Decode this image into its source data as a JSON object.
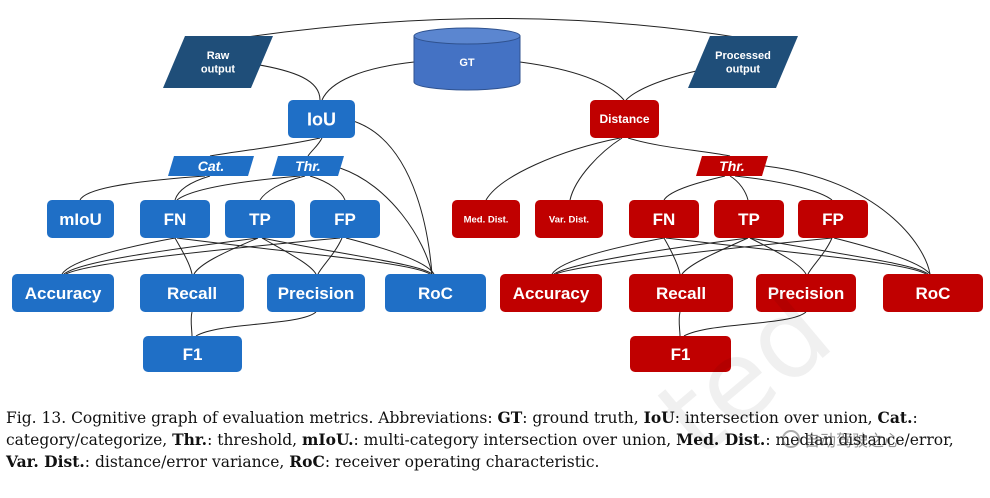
{
  "colors": {
    "blue": "#1f6fc6",
    "red": "#c00000",
    "navy": "#1f4e79",
    "gt": "#4472c4"
  },
  "inputs": {
    "raw_output": "Raw\noutput",
    "gt": "GT",
    "processed_output": "Processed\noutput"
  },
  "blue_tree": {
    "root": "IoU",
    "cat_label": "Cat.",
    "thr_label": "Thr.",
    "mid": [
      "mIoU",
      "FN",
      "TP",
      "FP"
    ],
    "metrics": [
      "Accuracy",
      "Recall",
      "Precision",
      "RoC"
    ],
    "f1": "F1"
  },
  "red_tree": {
    "root": "Distance",
    "thr_label": "Thr.",
    "dist": [
      "Med. Dist.",
      "Var. Dist."
    ],
    "mid": [
      "FN",
      "TP",
      "FP"
    ],
    "metrics": [
      "Accuracy",
      "Recall",
      "Precision",
      "RoC"
    ],
    "f1": "F1"
  },
  "caption": {
    "prefix": "Fig. 13.  Cognitive graph of evaluation metrics. Abbreviations: ",
    "terms": [
      {
        "abbr": "GT",
        "def": ": ground truth, "
      },
      {
        "abbr": "IoU",
        "def": ": intersection over union, "
      },
      {
        "abbr": "Cat.",
        "def": ": category/categorize, "
      },
      {
        "abbr": "Thr.",
        "def": ": threshold, "
      },
      {
        "abbr": "mIoU.",
        "def": ": multi-category intersection over union, "
      },
      {
        "abbr": "Med. Dist.",
        "def": ": median distance/error, "
      },
      {
        "abbr": "Var. Dist.",
        "def": ": distance/error variance, "
      },
      {
        "abbr": "RoC",
        "def": ": receiver operating characteristic."
      }
    ]
  },
  "watermark": "ted",
  "brand": "自动驾驶之心"
}
